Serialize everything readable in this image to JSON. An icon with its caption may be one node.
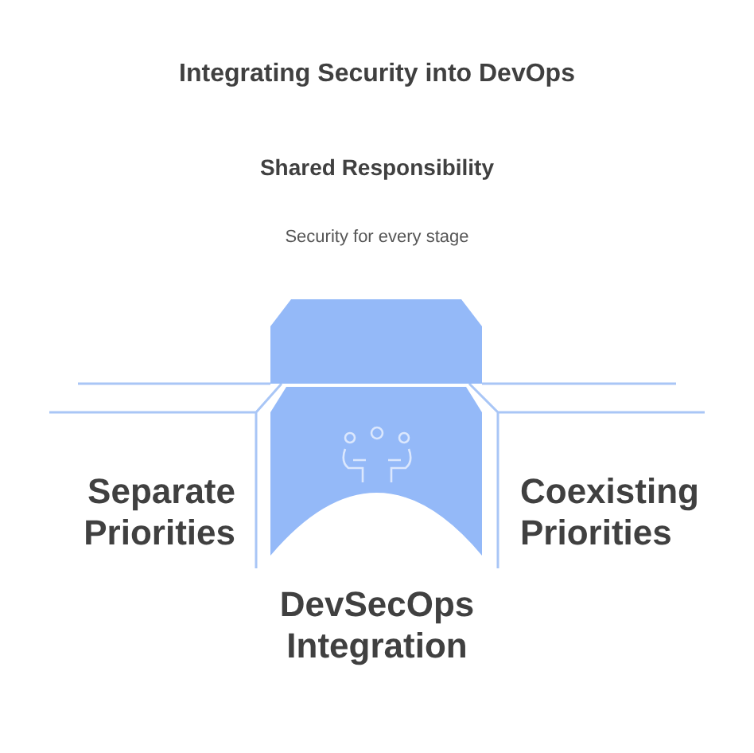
{
  "diagram": {
    "title": "Integrating Security into DevOps",
    "labels": [
      "Shared Responsibility",
      "Security for every stage",
      "Separate Priorities",
      "Coexisting Priorities",
      "DevSecOps Integration"
    ]
  }
}
